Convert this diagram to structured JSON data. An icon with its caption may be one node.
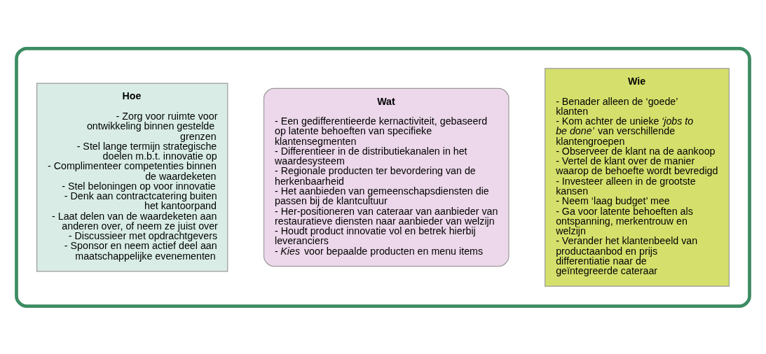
{
  "diagram": {
    "nodes": [
      {
        "text": [],
        "shape": "box"
      },
      {
        "text": [
          "Wie",
          "- Benader alleen de ‘goede’ klanten",
          "- Kom achter de unieke *‘jobs to be done’* van verschillende klantengroepen",
          "- Observeer de klant na de aankoop",
          "- Vertel de klant over de manier waarop de behoefte wordt bevredigd",
          "- Investeer alleen in de grootste kansen",
          "- Neem ‘laag budget’ mee",
          "- Ga voor latente behoeften als ontspanning, merkentrouw en welzijn",
          "- Verander het klantenbeeld van productaanbod en prijs differentiatie naar de geïntegreerde cateraar"
        ],
        "in": 0
      },
      {
        "text": [
          "Wat",
          "- Een gedifferentieerde kernactiviteit, gebaseerd op latente behoeften van specifieke klantensegmenten",
          "- Differentieer in de distributiekanalen in het waardesysteem",
          "- Regionale producten ter bevordering van de herkenbaarheid",
          "- Het aanbieden van gemeenschapsdiensten die passen bij de klantcultuur",
          "- Her-positioneren van cateraar van aanbieder van restauratieve diensten naar aanbieder van welzijn",
          "- Houdt product innovatie vol en betrek hierbij leveranciers",
          "- *Kies* voor bepaalde producten en menu items"
        ],
        "in": 0
      },
      {
        "text": [
          "Hoe",
          "- Zorg voor ruimte voor ontwikkeling binnen gestelde grenzen",
          "- Stel lange termijn strategische doelen m.b.t. innovatie op",
          "- Complimenteer competenties binnen de waardeketen",
          "- Stel beloningen op voor innovatie",
          "- Denk aan contractcatering buiten het kantoorpand",
          "- Laat delen van de waardeketen aan anderen over, of neem ze juist over",
          "- Discussieer met opdrachtgevers",
          "- Sponsor en neem actief deel aan maatschappelijke evenementen"
        ],
        "in": 0
      }
    ],
    "edges": []
  }
}
